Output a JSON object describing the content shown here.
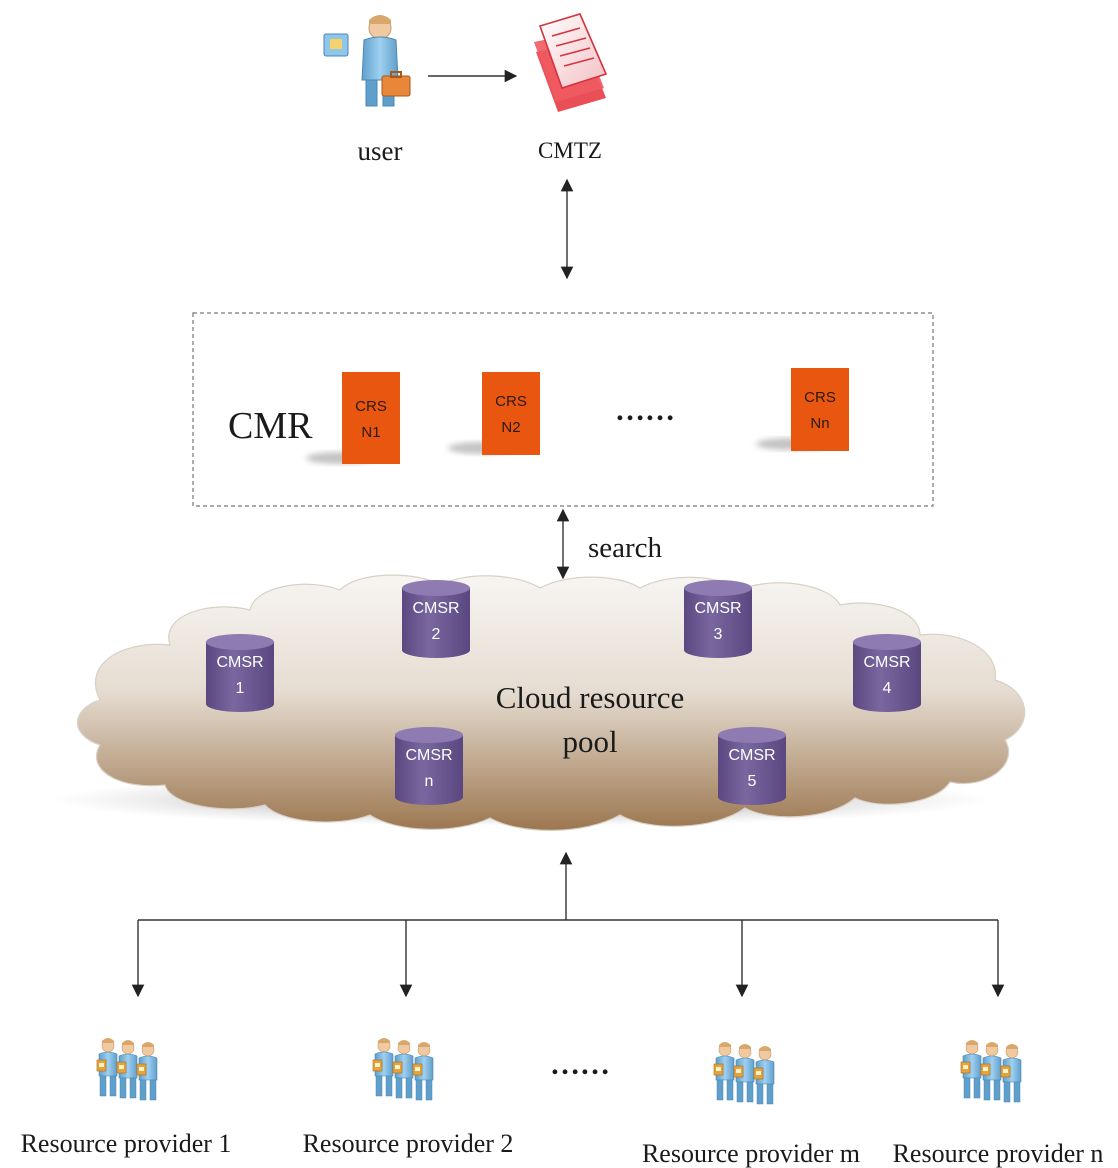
{
  "top": {
    "user_label": "user",
    "cmtz_label": "CMTZ"
  },
  "cmr": {
    "label": "CMR",
    "nodes": [
      {
        "line1": "CRS",
        "line2": "N1"
      },
      {
        "line1": "CRS",
        "line2": "N2"
      },
      {
        "line1": "CRS",
        "line2": "Nn"
      }
    ],
    "ellipsis": "……"
  },
  "search_label": "search",
  "cloud": {
    "label_line1": "Cloud resource",
    "label_line2": "pool",
    "databases": [
      {
        "line1": "CMSR",
        "line2": "1"
      },
      {
        "line1": "CMSR",
        "line2": "2"
      },
      {
        "line1": "CMSR",
        "line2": "3"
      },
      {
        "line1": "CMSR",
        "line2": "4"
      },
      {
        "line1": "CMSR",
        "line2": "n"
      },
      {
        "line1": "CMSR",
        "line2": "5"
      }
    ]
  },
  "providers": {
    "items": [
      {
        "label": "Resource provider 1"
      },
      {
        "label": "Resource provider 2"
      },
      {
        "label": "Resource provider m"
      },
      {
        "label": "Resource provider n"
      }
    ],
    "ellipsis": "……"
  },
  "colors": {
    "crs_orange": "#e8560f",
    "cylinder_purple": "#6f5b93",
    "cylinder_top": "#8e7bb2",
    "cloud_top": "#f4f1ec",
    "cloud_bottom": "#a07c58",
    "person_blue": "#7bb6dc",
    "document_red": "#e6303b"
  },
  "icons": {
    "user": "user-with-briefcase-icon",
    "cmtz": "document-stack-icon",
    "provider": "people-group-icon"
  }
}
